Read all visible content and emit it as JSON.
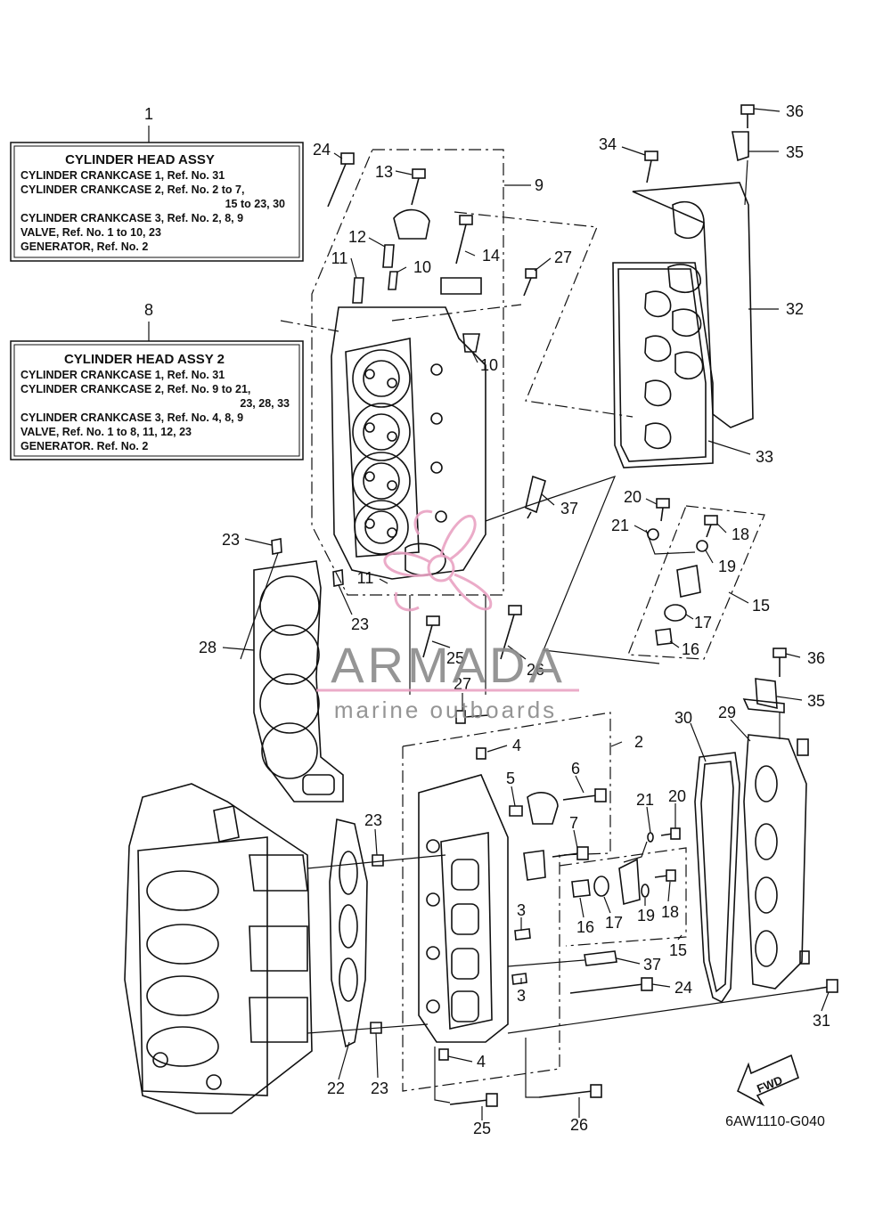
{
  "legend1": {
    "ref": "1",
    "title": "CYLINDER HEAD ASSY",
    "lines": [
      "CYLINDER CRANKCASE 1,  Ref. No. 31",
      "CYLINDER CRANKCASE 2,  Ref. No. 2 to 7,",
      "15  to  23,  30",
      "CYLINDER CRANKCASE 3,  Ref. No. 2, 8, 9",
      "VALVE,  Ref. No. 1 to 10, 23",
      "GENERATOR,  Ref. No. 2"
    ]
  },
  "legend2": {
    "ref": "8",
    "title": "CYLINDER HEAD ASSY 2",
    "lines": [
      "CYLINDER CRANKCASE 1,  Ref. No. 31",
      "CYLINDER CRANKCASE 2,  Ref. No. 9 to 21,",
      "23,  28,  33",
      "CYLINDER CRANKCASE 3,  Ref. No. 4, 8, 9",
      "VALVE,  Ref. No. 1 to 8, 11, 12, 23",
      "GENERATOR.  Ref. No. 2"
    ]
  },
  "callouts": [
    "24",
    "13",
    "9",
    "12",
    "11",
    "10",
    "14",
    "27",
    "10",
    "34",
    "36",
    "35",
    "32",
    "33",
    "37",
    "20",
    "21",
    "18",
    "19",
    "15",
    "17",
    "16",
    "23",
    "28",
    "11",
    "23",
    "25",
    "26",
    "27",
    "36",
    "35",
    "30",
    "29",
    "4",
    "2",
    "5",
    "6",
    "7",
    "21",
    "20",
    "23",
    "3",
    "16",
    "17",
    "19",
    "18",
    "15",
    "3",
    "37",
    "24",
    "31",
    "22",
    "23",
    "4",
    "25",
    "26"
  ],
  "fwd_label": "FWD",
  "diagram_code": "6AW1110-G040",
  "watermark": {
    "brand": "ARMADA",
    "tagline": "marine outboards",
    "brand_color": "#8a8a8a",
    "logo_color": "#e9a2c3"
  }
}
